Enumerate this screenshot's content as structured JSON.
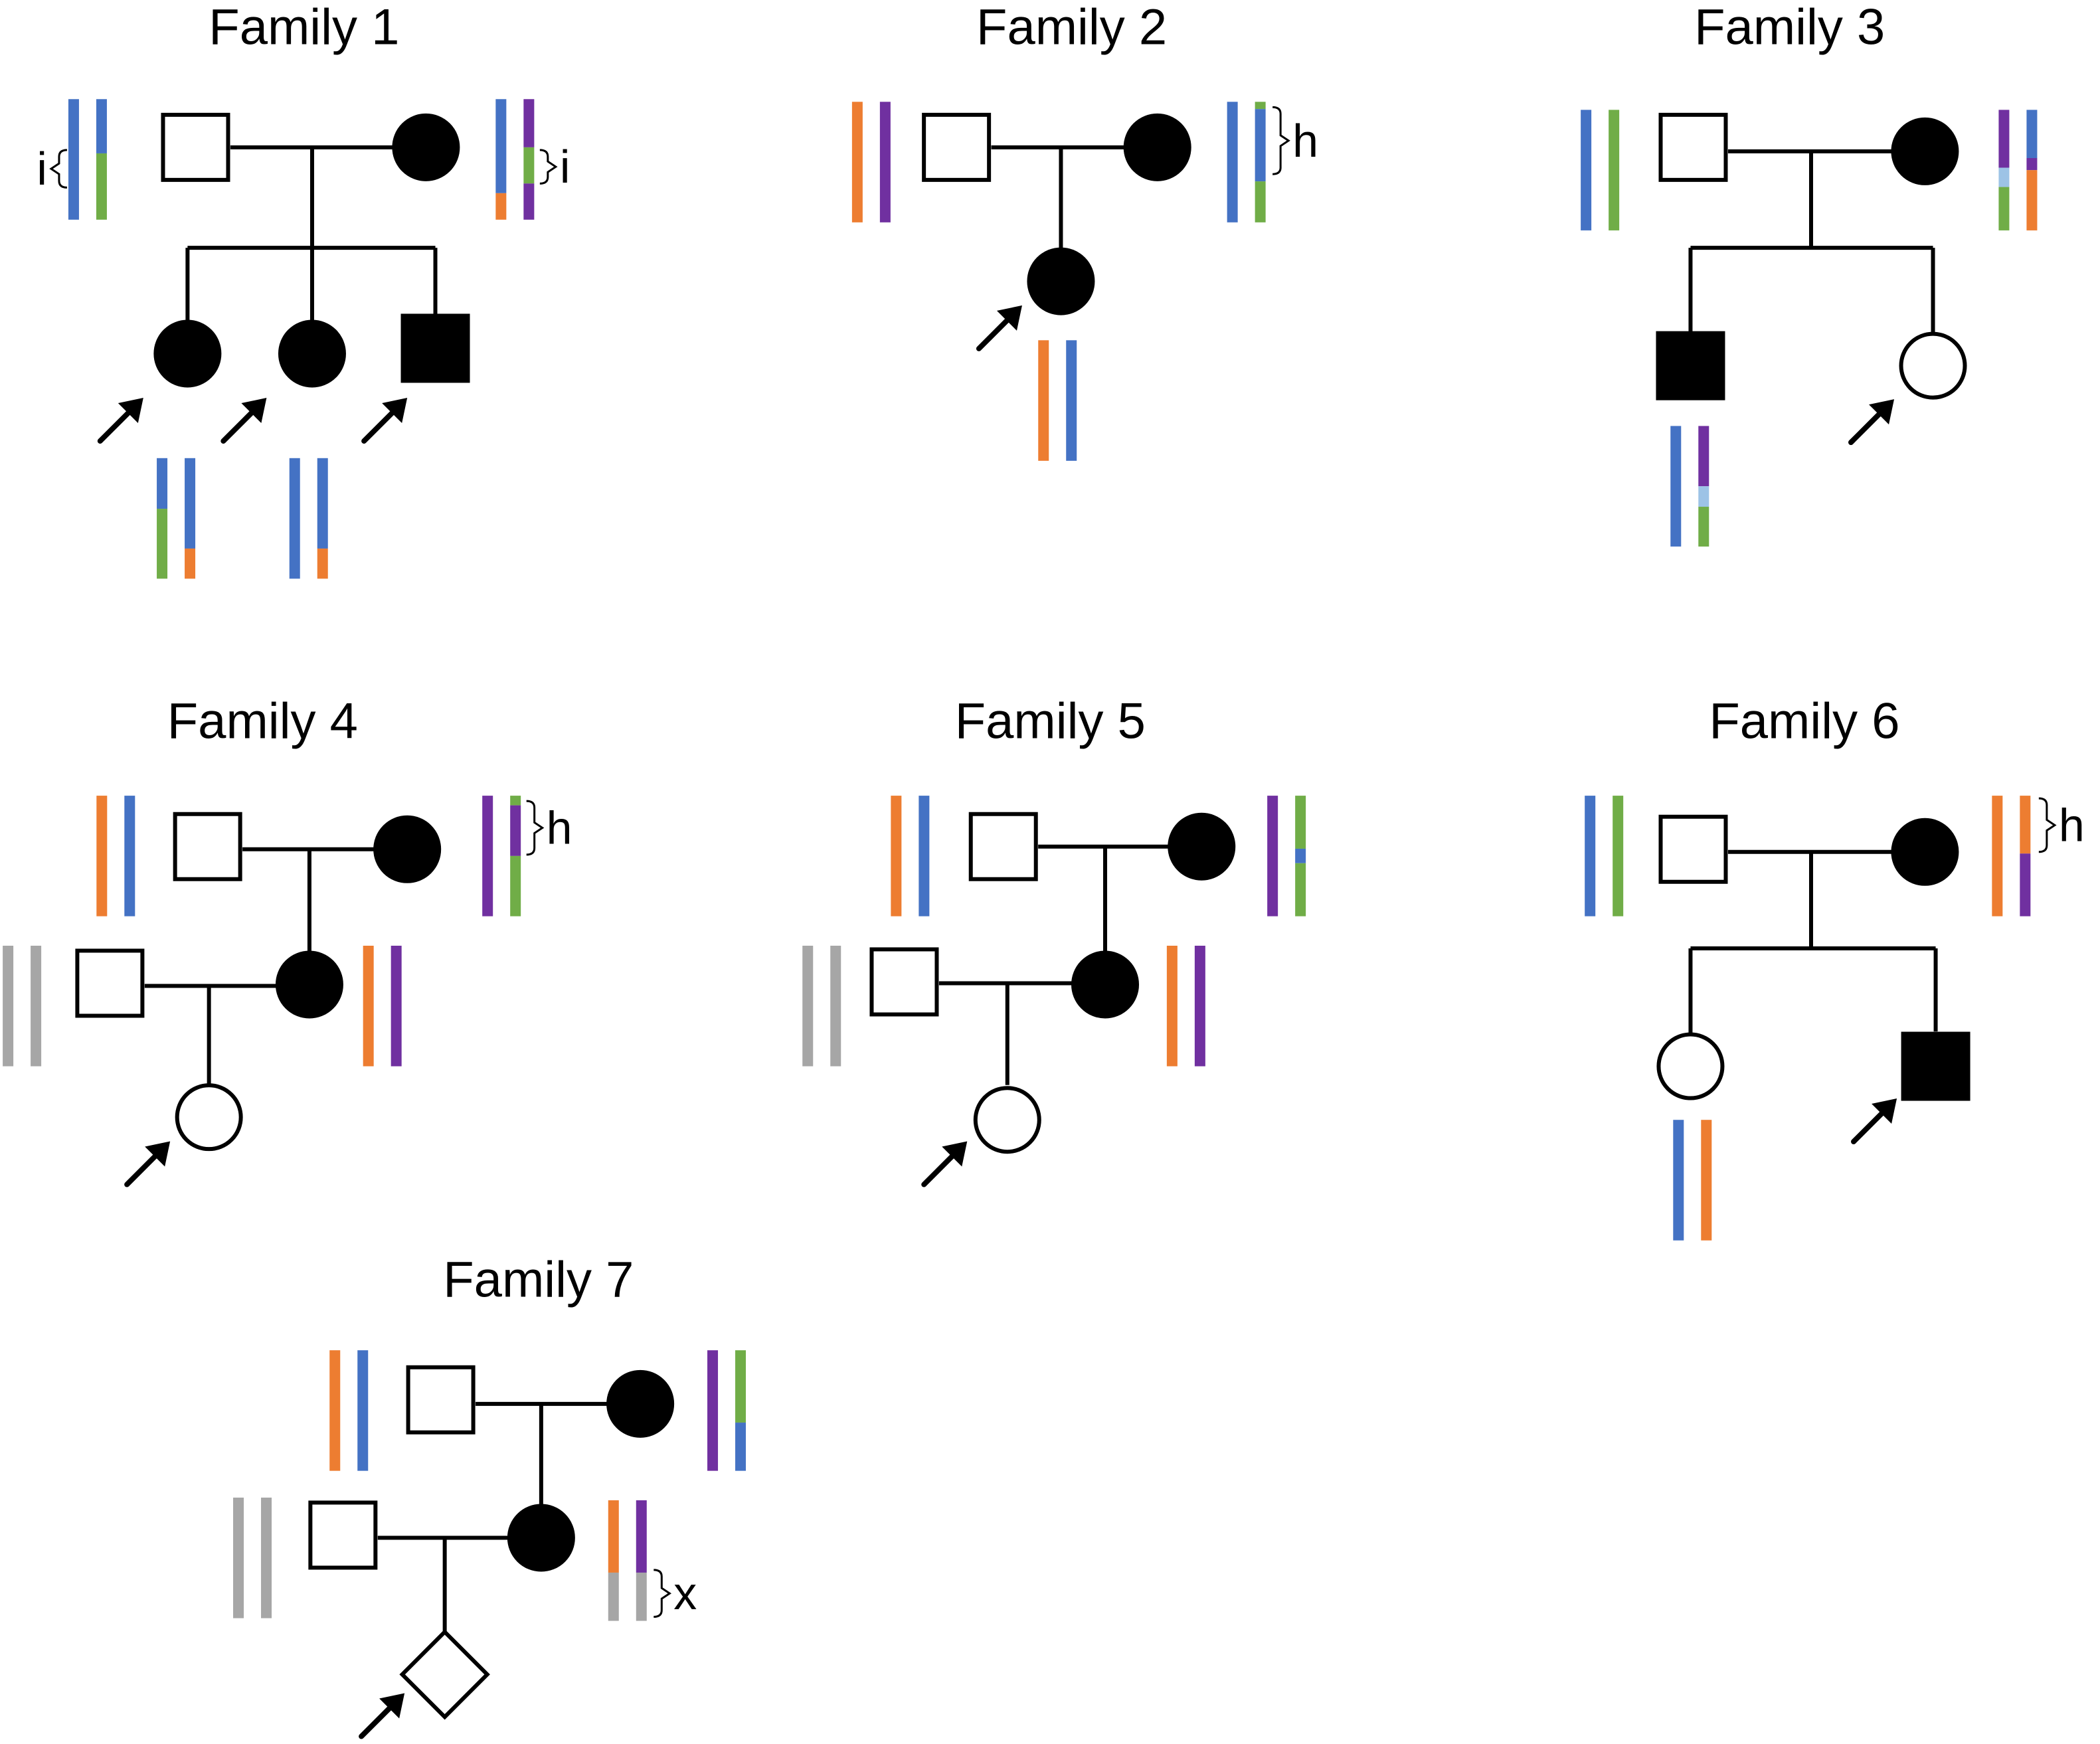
{
  "colors": {
    "blue": "#4472c4",
    "green": "#70ad47",
    "orange": "#ed7d31",
    "purple": "#7030a0",
    "light_blue": "#9dc3e6",
    "gray": "#a6a6a6",
    "line": "#000000"
  },
  "legend_semantics": {
    "filled_symbol": "affected",
    "open_symbol": "unaffected",
    "square": "male",
    "circle": "female",
    "diamond": "sex not specified",
    "arrow": "proband"
  },
  "families": [
    {
      "title": "Family 1",
      "members": [
        {
          "id": "father",
          "sex": "male",
          "affected": false,
          "haplotype": [
            [
              "blue"
            ],
            [
              "blue",
              "green"
            ]
          ],
          "bracket": "i"
        },
        {
          "id": "mother",
          "sex": "female",
          "affected": true,
          "haplotype": [
            [
              "blue",
              "orange"
            ],
            [
              "purple",
              "green",
              "purple"
            ]
          ],
          "bracket": "i"
        },
        {
          "id": "child-1",
          "sex": "female",
          "affected": true,
          "proband": true,
          "haplotype": [
            [
              "blue",
              "green"
            ],
            [
              "blue",
              "orange"
            ]
          ]
        },
        {
          "id": "child-2",
          "sex": "female",
          "affected": true,
          "proband": true,
          "haplotype": [
            [
              "blue"
            ],
            [
              "blue",
              "orange"
            ]
          ]
        },
        {
          "id": "child-3",
          "sex": "male",
          "affected": true,
          "proband": true
        }
      ]
    },
    {
      "title": "Family 2",
      "members": [
        {
          "id": "father",
          "sex": "male",
          "affected": false,
          "haplotype": [
            [
              "orange"
            ],
            [
              "purple"
            ]
          ]
        },
        {
          "id": "mother",
          "sex": "female",
          "affected": true,
          "haplotype": [
            [
              "blue"
            ],
            [
              "green",
              "blue",
              "green"
            ]
          ],
          "bracket": "h"
        },
        {
          "id": "child-1",
          "sex": "female",
          "affected": true,
          "proband": true,
          "haplotype": [
            [
              "orange"
            ],
            [
              "blue"
            ]
          ]
        }
      ]
    },
    {
      "title": "Family 3",
      "members": [
        {
          "id": "father",
          "sex": "male",
          "affected": false,
          "haplotype": [
            [
              "blue"
            ],
            [
              "green"
            ]
          ]
        },
        {
          "id": "mother",
          "sex": "female",
          "affected": true,
          "haplotype": [
            [
              "purple",
              "light_blue",
              "green"
            ],
            [
              "blue",
              "purple",
              "orange"
            ]
          ]
        },
        {
          "id": "child-1",
          "sex": "male",
          "affected": true,
          "haplotype": [
            [
              "blue"
            ],
            [
              "purple",
              "light_blue",
              "green"
            ]
          ]
        },
        {
          "id": "child-2",
          "sex": "female",
          "affected": false,
          "proband": true
        }
      ]
    },
    {
      "title": "Family 4",
      "members": [
        {
          "id": "grandfather",
          "sex": "male",
          "affected": false,
          "haplotype": [
            [
              "orange"
            ],
            [
              "blue"
            ]
          ]
        },
        {
          "id": "grandmother",
          "sex": "female",
          "affected": true,
          "haplotype": [
            [
              "purple"
            ],
            [
              "green",
              "purple",
              "green"
            ]
          ],
          "bracket": "h"
        },
        {
          "id": "father",
          "sex": "male",
          "affected": false,
          "haplotype": [
            [
              "gray"
            ],
            [
              "gray"
            ]
          ]
        },
        {
          "id": "mother",
          "sex": "female",
          "affected": true,
          "haplotype": [
            [
              "orange"
            ],
            [
              "purple"
            ]
          ]
        },
        {
          "id": "child-1",
          "sex": "female",
          "affected": false,
          "proband": true
        }
      ]
    },
    {
      "title": "Family 5",
      "members": [
        {
          "id": "grandfather",
          "sex": "male",
          "affected": false,
          "haplotype": [
            [
              "orange"
            ],
            [
              "blue"
            ]
          ]
        },
        {
          "id": "grandmother",
          "sex": "female",
          "affected": true,
          "haplotype": [
            [
              "purple"
            ],
            [
              "green",
              "blue",
              "green"
            ]
          ]
        },
        {
          "id": "father",
          "sex": "male",
          "affected": false,
          "haplotype": [
            [
              "gray"
            ],
            [
              "gray"
            ]
          ]
        },
        {
          "id": "mother",
          "sex": "female",
          "affected": true,
          "haplotype": [
            [
              "orange"
            ],
            [
              "purple"
            ]
          ]
        },
        {
          "id": "child-1",
          "sex": "female",
          "affected": false,
          "proband": true
        }
      ]
    },
    {
      "title": "Family 6",
      "members": [
        {
          "id": "father",
          "sex": "male",
          "affected": false,
          "haplotype": [
            [
              "blue"
            ],
            [
              "green"
            ]
          ]
        },
        {
          "id": "mother",
          "sex": "female",
          "affected": true,
          "haplotype": [
            [
              "orange"
            ],
            [
              "orange",
              "purple"
            ]
          ],
          "bracket": "h"
        },
        {
          "id": "child-1",
          "sex": "female",
          "affected": false,
          "haplotype": [
            [
              "blue"
            ],
            [
              "orange"
            ]
          ]
        },
        {
          "id": "child-2",
          "sex": "male",
          "affected": true,
          "proband": true
        }
      ]
    },
    {
      "title": "Family 7",
      "members": [
        {
          "id": "grandfather",
          "sex": "male",
          "affected": false,
          "haplotype": [
            [
              "orange"
            ],
            [
              "blue"
            ]
          ]
        },
        {
          "id": "grandmother",
          "sex": "female",
          "affected": true,
          "haplotype": [
            [
              "purple"
            ],
            [
              "green",
              "blue"
            ]
          ]
        },
        {
          "id": "father",
          "sex": "male",
          "affected": false,
          "haplotype": [
            [
              "gray"
            ],
            [
              "gray"
            ]
          ]
        },
        {
          "id": "mother",
          "sex": "female",
          "affected": true,
          "haplotype": [
            [
              "orange",
              "gray"
            ],
            [
              "purple",
              "gray"
            ]
          ],
          "bracket": "x"
        },
        {
          "id": "child-1",
          "sex": "unknown",
          "affected": false,
          "proband": true
        }
      ]
    }
  ]
}
